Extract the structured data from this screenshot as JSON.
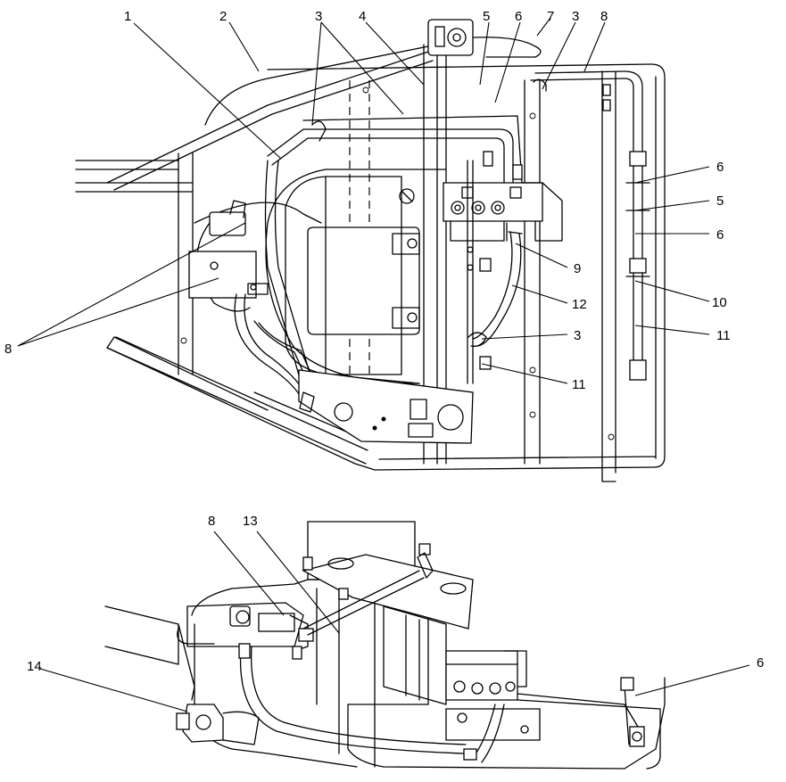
{
  "callouts_top": [
    "1",
    "2",
    "3",
    "4",
    "5",
    "6",
    "7",
    "3",
    "8",
    "6",
    "5",
    "6",
    "10",
    "11",
    "9",
    "12",
    "3",
    "11",
    "8"
  ],
  "callouts_bottom": [
    "8",
    "13",
    "14",
    "6"
  ],
  "colors": {
    "line": "#000000",
    "background": "#ffffff"
  }
}
